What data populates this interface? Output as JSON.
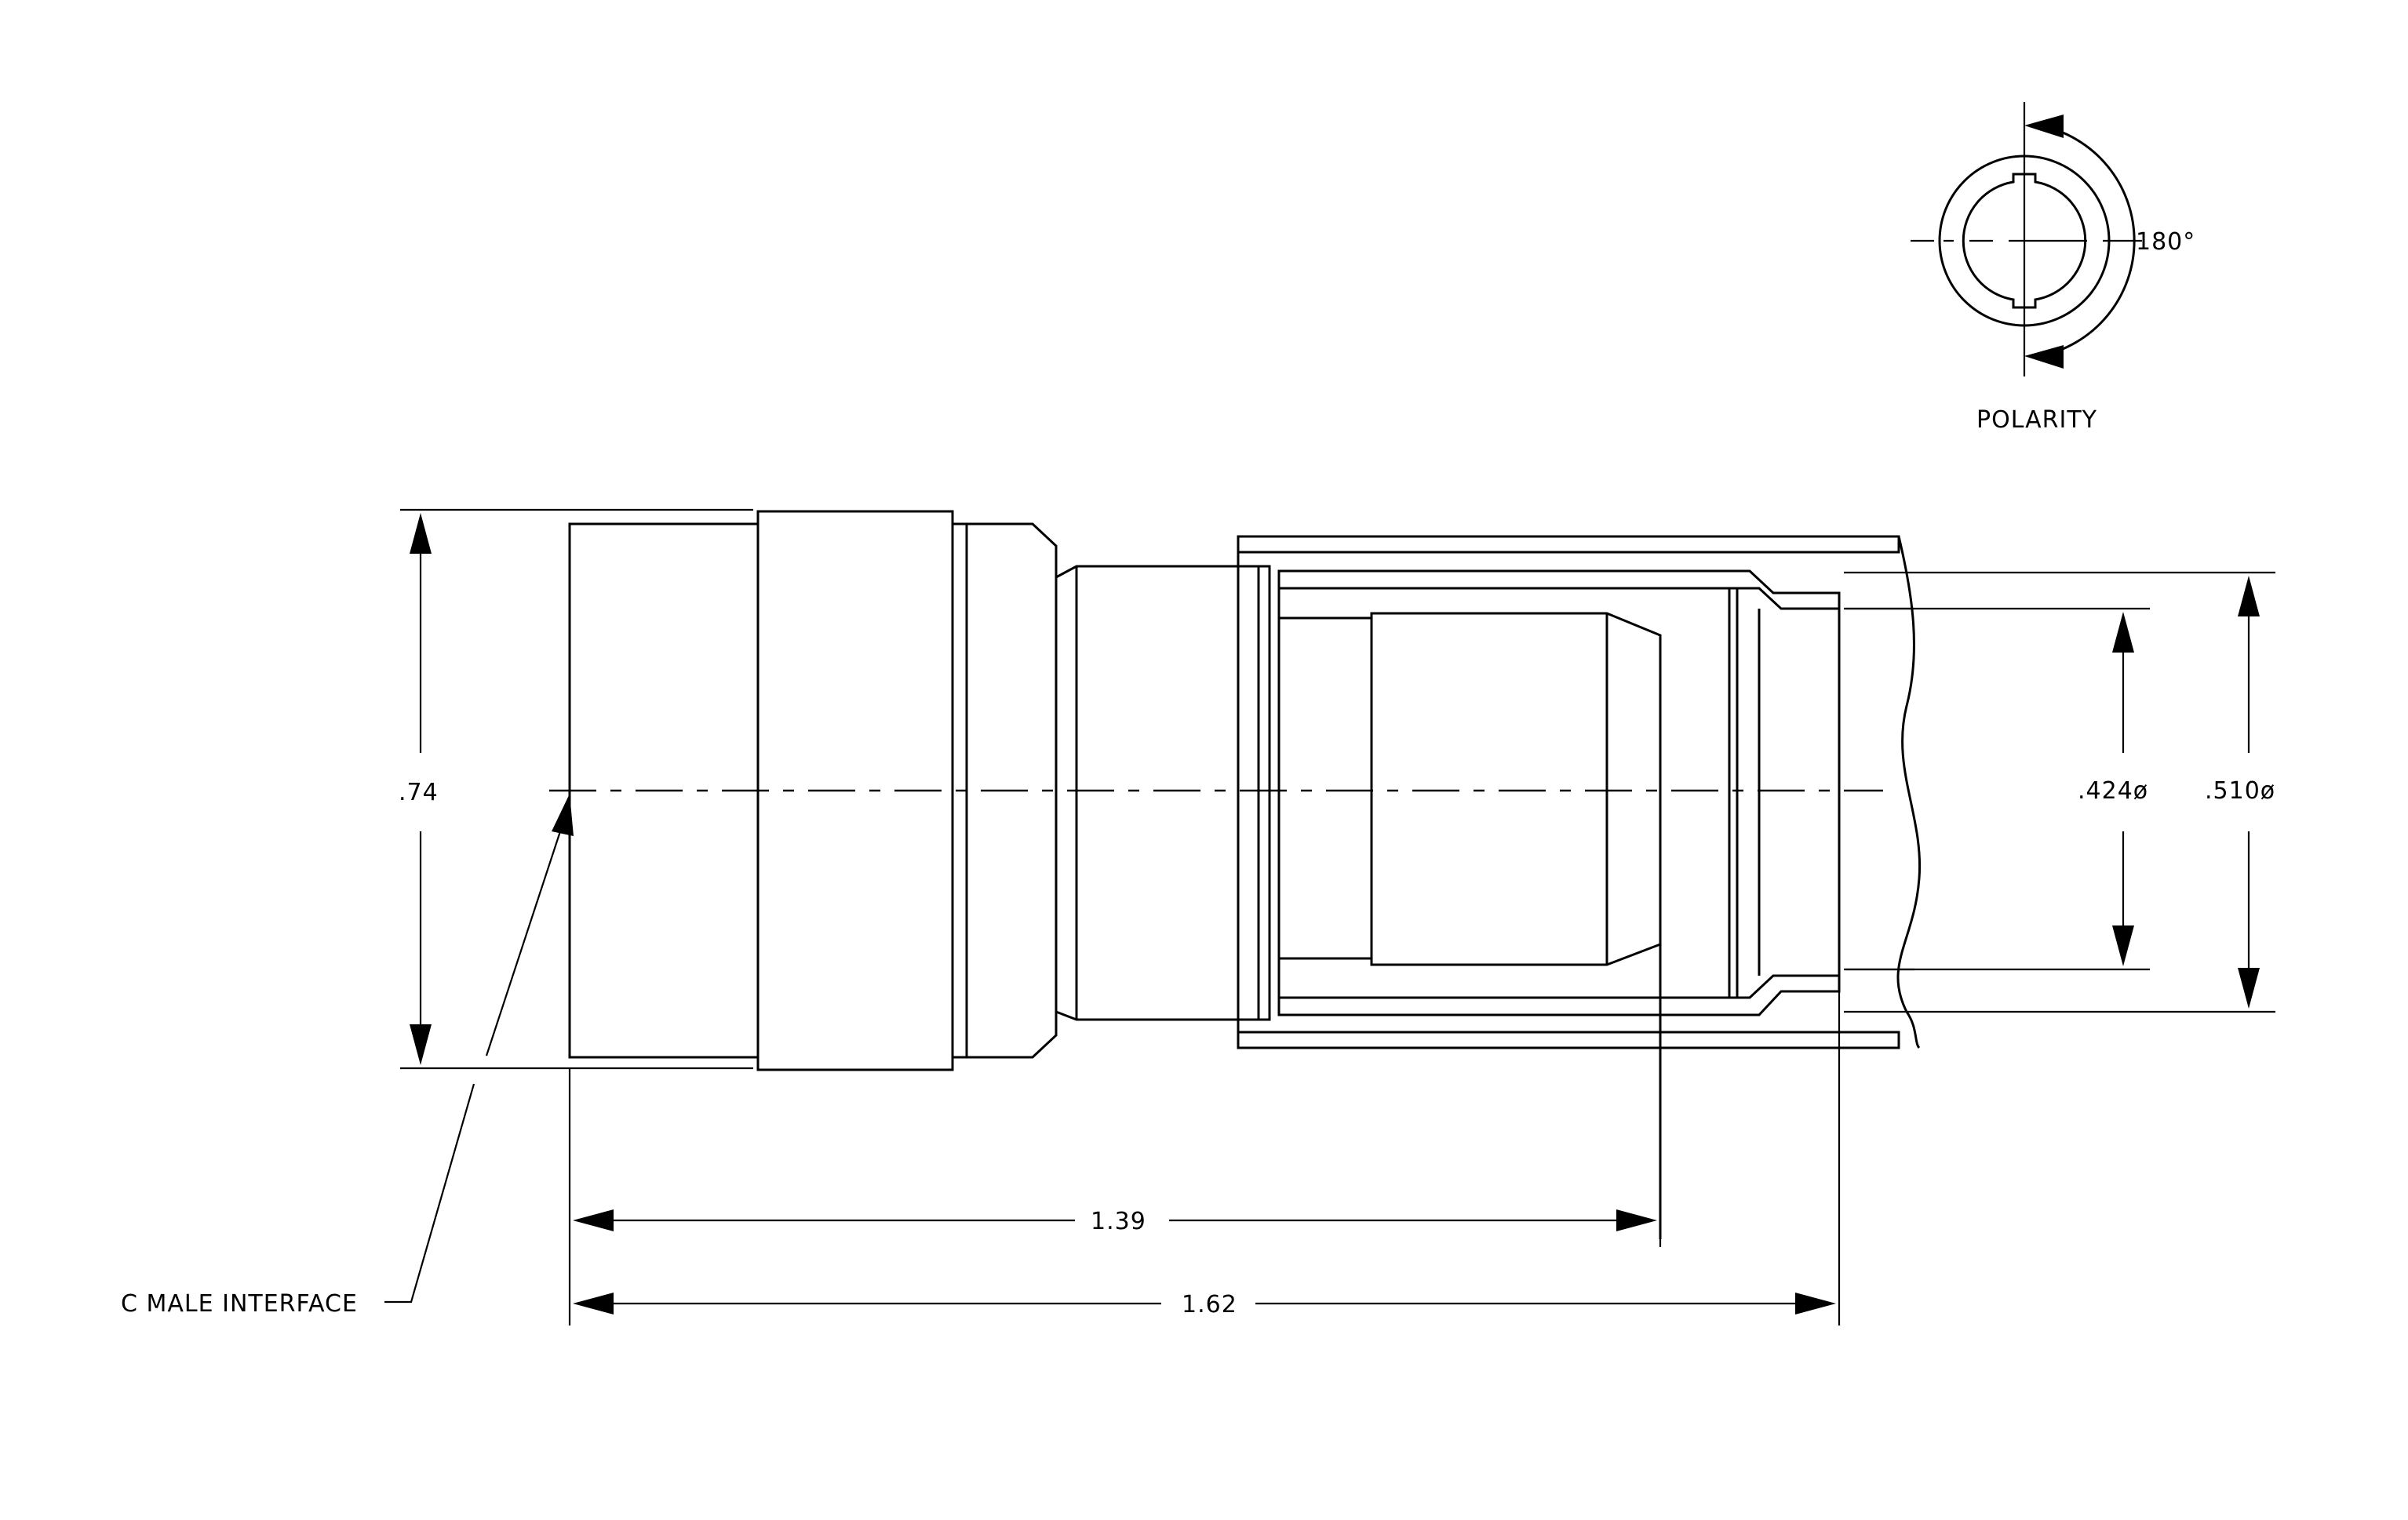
{
  "colors": {
    "ink": "#000000",
    "paper": "#ffffff"
  },
  "labels": {
    "polarity": "POLARITY",
    "angle": "180°",
    "height": ".74",
    "inner_dia": ".424ø",
    "outer_dia": ".510ø",
    "len_short": "1.39",
    "len_long": "1.62",
    "interface": "C MALE INTERFACE"
  }
}
